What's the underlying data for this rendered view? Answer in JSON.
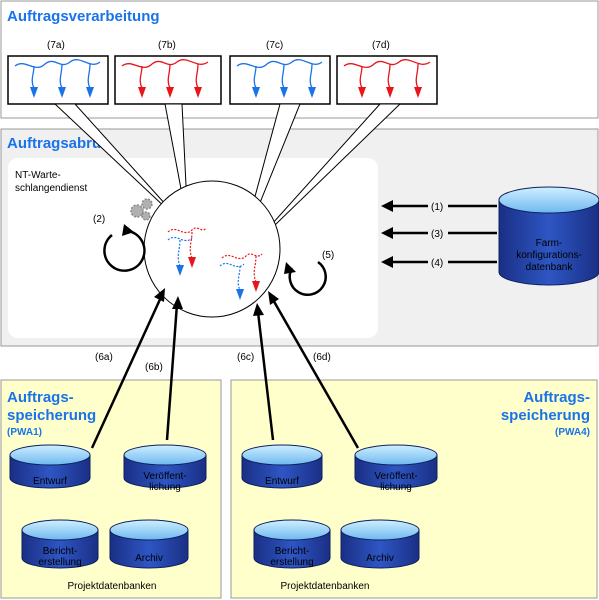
{
  "sections": {
    "processing_title": "Auftragsverarbeitung",
    "retrieval_title": "Auftragsabruf",
    "service_line1": "NT-Warte-",
    "service_line2": "schlangendienst"
  },
  "processing_labels": [
    "(7a)",
    "(7b)",
    "(7c)",
    "(7d)"
  ],
  "step_labels": {
    "s1": "(1)",
    "s2": "(2)",
    "s3": "(3)",
    "s4": "(4)",
    "s5": "(5)",
    "s6a": "(6a)",
    "s6b": "(6b)",
    "s6c": "(6c)",
    "s6d": "(6d)"
  },
  "farm_db": {
    "line1": "Farm-",
    "line2": "konfigurations-",
    "line3": "datenbank"
  },
  "storage_left": {
    "title_line1": "Auftrags-",
    "title_line2": "speicherung",
    "sub": "(PWA1)",
    "db_draft": "Entwurf",
    "db_publish_1": "Veröffent-",
    "db_publish_2": "lichung",
    "db_report_1": "Bericht-",
    "db_report_2": "erstellung",
    "db_archive": "Archiv",
    "footer": "Projektdatenbanken"
  },
  "storage_right": {
    "title_line1": "Auftrags-",
    "title_line2": "speicherung",
    "sub": "(PWA4)",
    "db_draft": "Entwurf",
    "db_publish_1": "Veröffent-",
    "db_publish_2": "lichung",
    "db_report_1": "Bericht-",
    "db_report_2": "erstellung",
    "db_archive": "Archiv",
    "footer": "Projektdatenbanken"
  },
  "colors": {
    "blue": "#1a73e8",
    "red": "#e8141c",
    "panel": "#f0f0f0",
    "storage": "#ffffcc",
    "db": "#1a3a9a"
  }
}
